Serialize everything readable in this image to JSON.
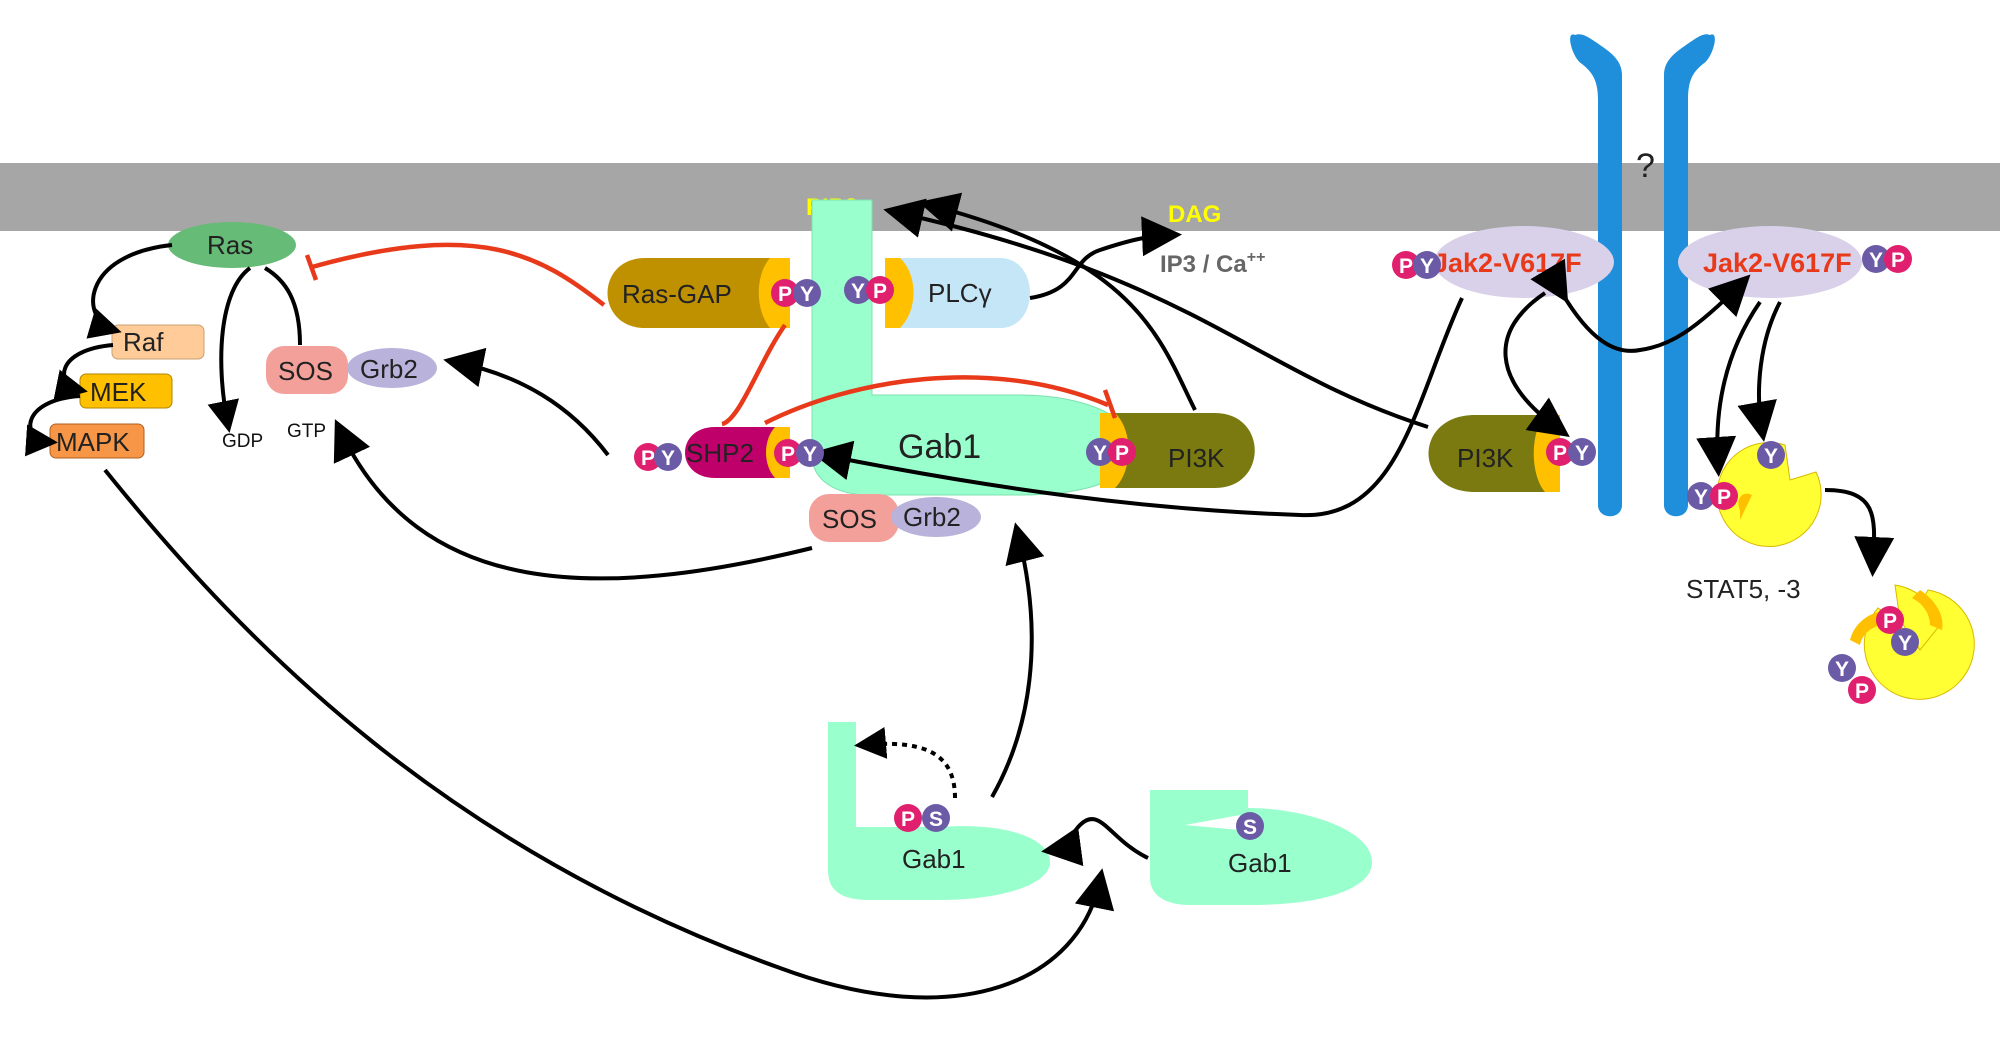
{
  "colors": {
    "membrane": "#a6a6a6",
    "gab1": "#99ffcc",
    "receptor": "#1f8fdc",
    "inhibition": "#e83a1a",
    "pY_pink": "#e0206f",
    "pY_purple": "#6b5ba6",
    "highlight_yellow": "#ffff00",
    "jak_red": "#e83a1a",
    "ras": "#66bb77",
    "raf": "#ffcc99",
    "mek": "#ffc000",
    "mapk": "#f79646",
    "sos": "#f4a09a",
    "grb2": "#b9b3dc",
    "rasgap": "#bf9000",
    "plcg": "#c5e6f7",
    "pi3k": "#7a7a10",
    "shp2": "#c0006a",
    "jak2": "#d9d0ea",
    "stat": "#ffff33"
  },
  "labels": {
    "pip3": "PIP3",
    "dag": "DAG",
    "ip3": "IP3 / Ca",
    "ip3_sup": "++",
    "ras": "Ras",
    "raf": "Raf",
    "mek": "MEK",
    "mapk": "MAPK",
    "sos": "SOS",
    "grb2": "Grb2",
    "gdp": "GDP",
    "gtp": "GTP",
    "ras_gap": "Ras-GAP",
    "plcg": "PLCγ",
    "shp2": "SHP2",
    "gab1": "Gab1",
    "pi3k": "PI3K",
    "jak2_left": "Jak2-V617F",
    "jak2_right": "Jak2-V617F",
    "question": "?",
    "stat": "STAT5, -3",
    "p": "P",
    "y": "Y",
    "s": "S"
  }
}
